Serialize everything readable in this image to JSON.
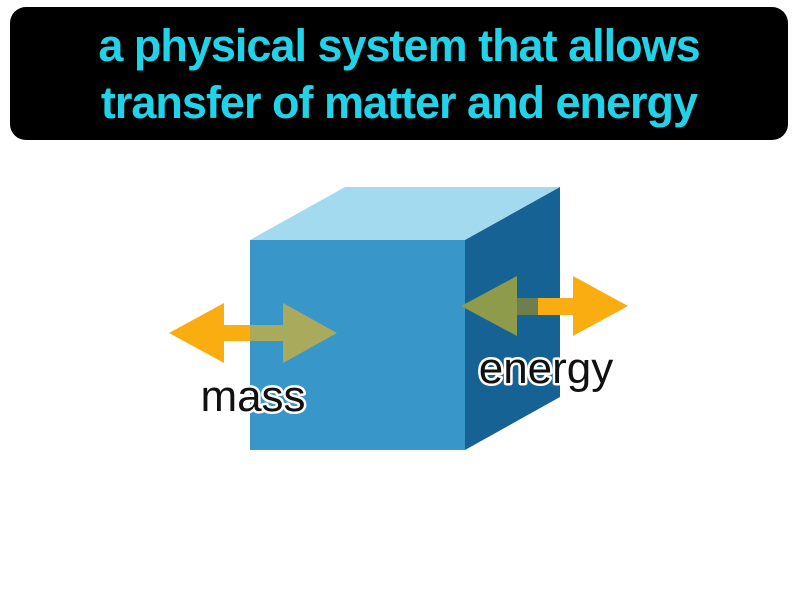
{
  "banner": {
    "line1": "a physical system that allows",
    "line2": "transfer of matter and energy",
    "background_color": "#000000",
    "text_color": "#20D3E8"
  },
  "diagram": {
    "labels": {
      "mass": "mass",
      "energy": "energy"
    },
    "colors": {
      "cube_front": "#3996C9",
      "cube_top": "#A4DAF0",
      "cube_side": "#176295",
      "arrow_gold": "#FAAD10",
      "arrow_olive": "#A9AA5C",
      "arrow_olive_dark": "#8E9B4A",
      "arrow_olive_shaft": "#6F7E4E",
      "label_fill": "#111111",
      "label_outline": "#FFFFFF"
    }
  }
}
